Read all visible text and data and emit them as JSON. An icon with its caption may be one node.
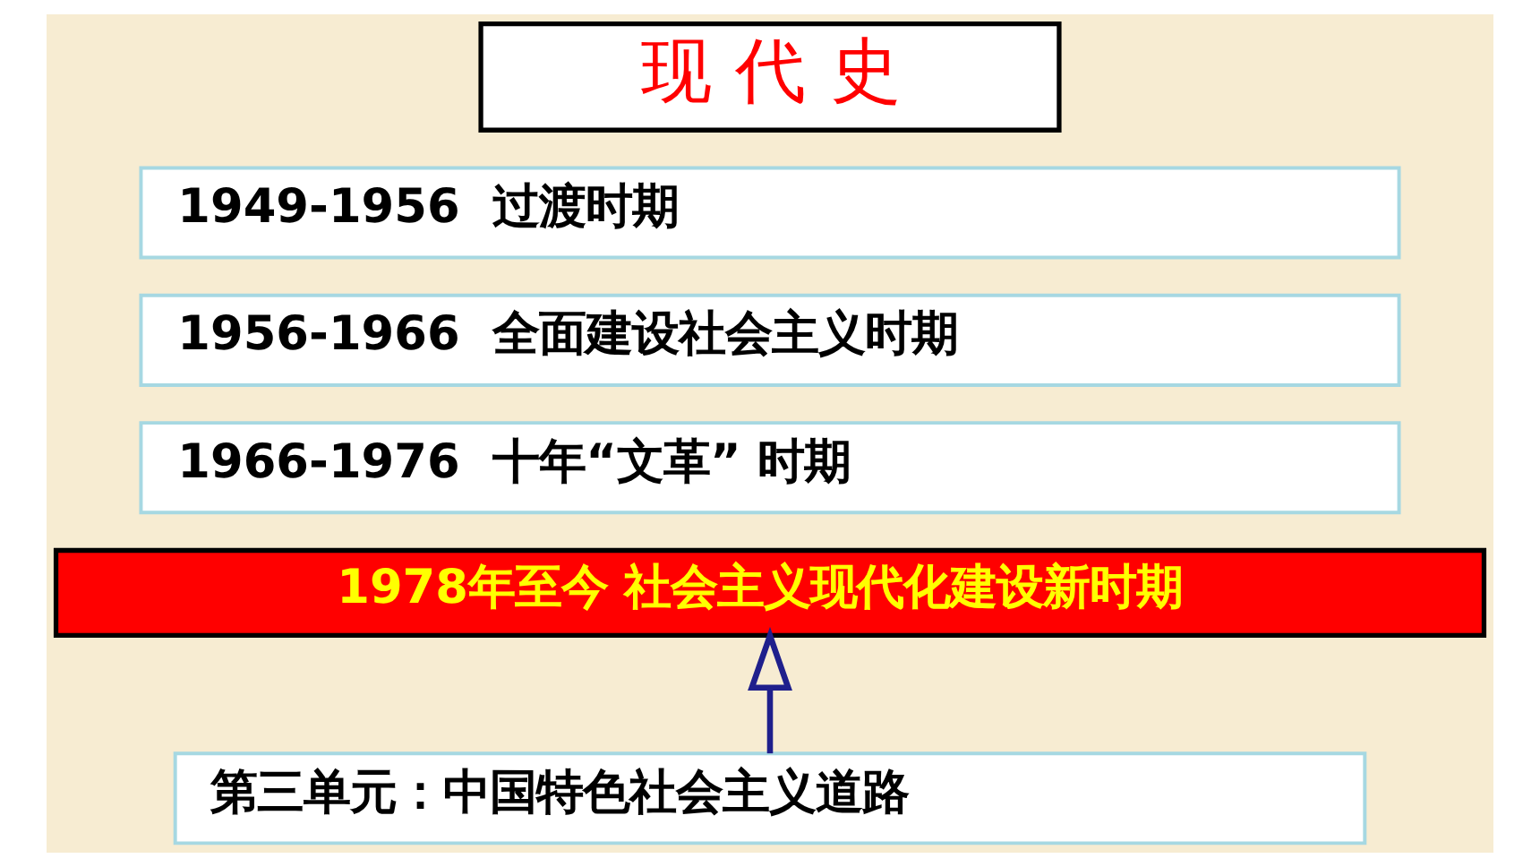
{
  "diagram": {
    "nodes": [
      {
        "text": [
          "现 代 史"
        ]
      },
      {
        "text": [
          "1949-1956  过渡时期"
        ]
      },
      {
        "text": [
          "1956-1966  全面建设社会主义时期"
        ]
      },
      {
        "text": [
          "1966-1976  十年“文革” 时期"
        ]
      },
      {
        "text": [
          "1978年至今 社会主义现代化建设新时期"
        ]
      },
      {
        "text": [
          "第三单元：中国特色社会主义道路"
        ]
      }
    ],
    "edges": [
      {
        "from": 5,
        "to": 4,
        "arrow": "to"
      }
    ]
  }
}
